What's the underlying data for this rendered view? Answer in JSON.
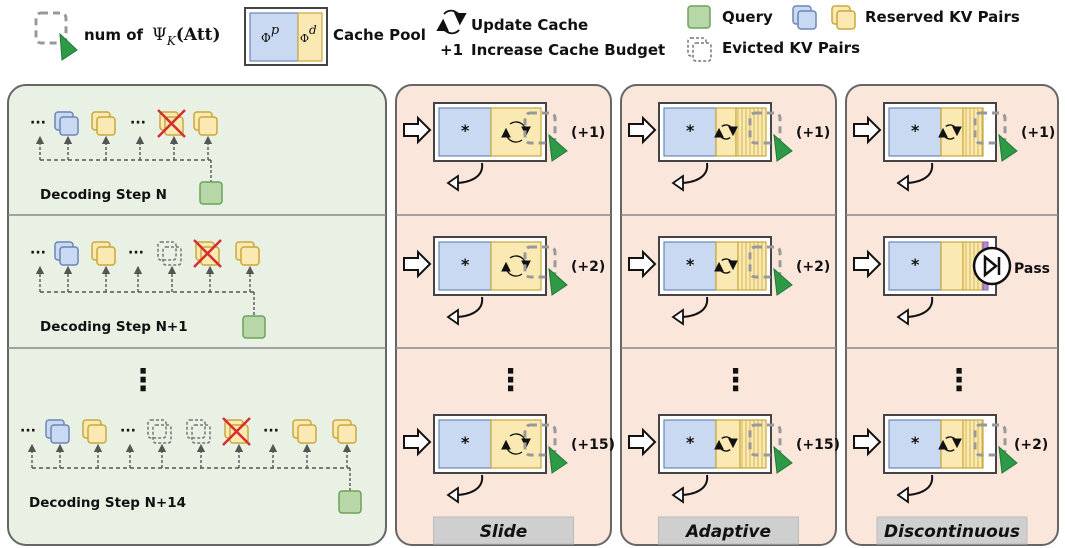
{
  "legend": {
    "agent_label": "num of",
    "agent_formula": "Ψ",
    "agent_formula_sub": "K",
    "agent_formula_rest": "(Att)",
    "cache_pool_label": "Cache Pool",
    "phi_p": "Φ",
    "phi_p_sup": "p",
    "phi_d": "Φ",
    "phi_d_sup": "d",
    "update_cache_label": "Update Cache",
    "plus_one_symbol": "+1",
    "increase_budget_label": "Increase Cache Budget",
    "query_label": "Query",
    "reserved_label": "Reserved KV Pairs",
    "evicted_label": "Evicted KV Pairs"
  },
  "colors": {
    "green_panel": "#e9f1e4",
    "peach_panel": "#fbe6dc",
    "blue_block": "#c9d9f2",
    "yellow_block": "#fbe9b3",
    "query_green": "#b7d7a8",
    "agent_green": "#2e9a48",
    "red": "#d32f2f",
    "gray_label": "#cfcfcf"
  },
  "steps": [
    {
      "label": "Decoding Step N"
    },
    {
      "label": "Decoding Step N+1"
    },
    {
      "label": "Decoding Step N+14"
    }
  ],
  "ellipsis": "⋮",
  "strategies": [
    {
      "name": "Slide",
      "increments": [
        "(+1)",
        "(+2)",
        "(+15)"
      ]
    },
    {
      "name": "Adaptive",
      "increments": [
        "(+1)",
        "(+2)",
        "(+15)"
      ]
    },
    {
      "name": "Discontinuous",
      "increments": [
        "(+1)",
        "Pass",
        "(+2)"
      ]
    }
  ],
  "snowflake": "*"
}
